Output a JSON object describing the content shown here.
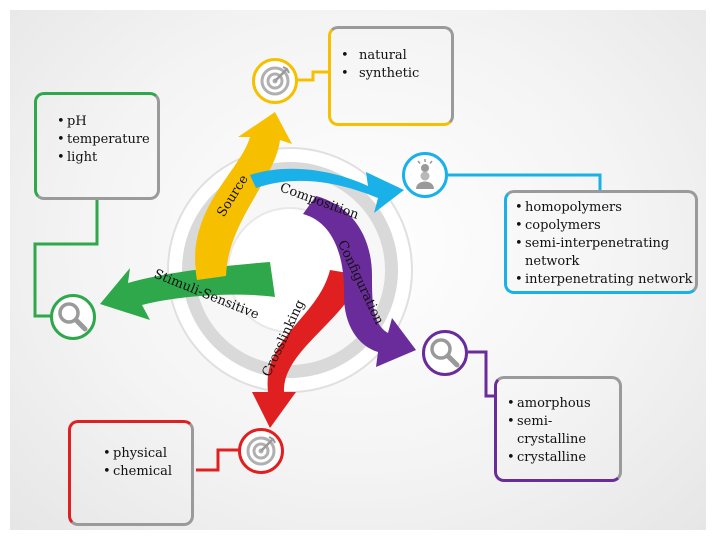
{
  "hub": {
    "arrows": [
      {
        "label": "Source",
        "color": "#f6c000"
      },
      {
        "label": "Composition",
        "color": "#1ab0e8"
      },
      {
        "label": "Configuration",
        "color": "#6a2c9a"
      },
      {
        "label": "Crosslinking",
        "color": "#e02020"
      },
      {
        "label": "Stimuli-Sensitive",
        "color": "#2ea84a"
      }
    ]
  },
  "boxes": {
    "source": {
      "items": [
        "natural",
        "synthetic"
      ],
      "color": "#f6c000",
      "icon": "target-icon"
    },
    "composition": {
      "items": [
        "homopolymers",
        "copolymers",
        "semi-interpenetrating network",
        "interpenetrating network"
      ],
      "color": "#1ab0e8",
      "icon": "person-idea-icon"
    },
    "configuration": {
      "items": [
        "amorphous",
        "semi-crystalline",
        "crystalline"
      ],
      "color": "#6a2c9a",
      "icon": "magnifier-icon"
    },
    "crosslinking": {
      "items": [
        "physical",
        "chemical"
      ],
      "color": "#e02020",
      "icon": "target-icon"
    },
    "stimuli": {
      "items": [
        "pH",
        "temperature",
        "light"
      ],
      "color": "#2ea84a",
      "icon": "magnifier-icon"
    }
  }
}
